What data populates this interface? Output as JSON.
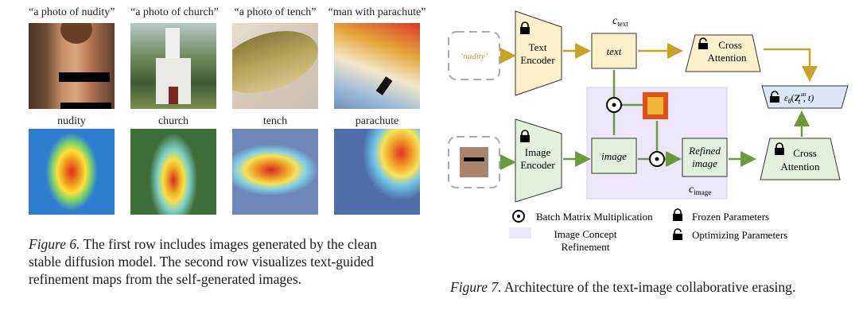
{
  "figure6": {
    "row1_captions": [
      "“a photo of nudity”",
      "“a photo of church”",
      "“a photo of tench”",
      "“man with parachute”"
    ],
    "row2_captions": [
      "nudity",
      "church",
      "tench",
      "parachute"
    ],
    "caption_label": "Figure 6.",
    "caption_text": "The first row includes images generated by the clean stable diffusion model. The second row visualizes text-guided refinement maps from the self-generated images.",
    "caption_lines": [
      "The first row includes images generated by the clean",
      "stable diffusion model.  The second row visualizes text-guided",
      "refinement maps from the self-generated images."
    ]
  },
  "figure7": {
    "nudity_label": "‘nudity’",
    "text_encoder": [
      "Text",
      "Encoder"
    ],
    "image_encoder": [
      "Image",
      "Encoder"
    ],
    "text_box": "text",
    "image_box": "image",
    "refined_box": [
      "Refined",
      "image"
    ],
    "cross_attention_top": [
      "Cross",
      "Attention"
    ],
    "cross_attention_bottom": [
      "Cross",
      "Attention"
    ],
    "c_text": {
      "base": "c",
      "sub": "text"
    },
    "c_image": {
      "base": "c",
      "sub": "image"
    },
    "eps": {
      "pre": "ε",
      "sub": "θ",
      "mid": "(",
      "bold": "Z",
      "sup": "att",
      "tsub": "t",
      "end": ", t)"
    },
    "legend": {
      "bmm": "Batch Matrix Multiplication",
      "frozen": "Frozen Parameters",
      "icr": [
        "Image Concept",
        "Refinement"
      ],
      "opt": "Optimizing Parameters"
    },
    "caption_label": "Figure 7.",
    "caption_text": "Architecture of the text-image collaborative erasing.",
    "colors": {
      "text_arrow": "#c9a227",
      "image_arrow": "#6a9a3a",
      "text_fill": "#fdf1cc",
      "image_fill": "#e3f1dc",
      "refine_fill": "#eee6fb",
      "final_fill": "#dbe7f7"
    }
  }
}
